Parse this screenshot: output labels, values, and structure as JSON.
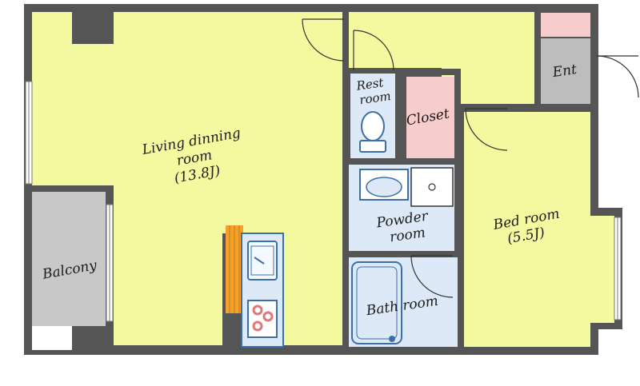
{
  "rooms": {
    "living": {
      "line1": "Living dinning",
      "line2": "room",
      "line3": "(13.8J)"
    },
    "balcony": {
      "label": "Balcony"
    },
    "rest": {
      "line1": "Rest",
      "line2": "room"
    },
    "closet": {
      "label": "Closet"
    },
    "powder": {
      "line1": "Powder",
      "line2": "room"
    },
    "bath": {
      "label": "Bath room"
    },
    "bed": {
      "line1": "Bed room",
      "line2": "(5.5J)"
    },
    "entrance": {
      "label": "Ent"
    }
  },
  "colors": {
    "wall": "#555555",
    "floor": "#f4f9a0",
    "wet_area": "#dde9f6",
    "closet": "#f7cccc",
    "balcony": "#c8c8c8",
    "entrance": "#bdbdbd",
    "stair": "#f3a12a",
    "stove_ring": "#e07878"
  }
}
